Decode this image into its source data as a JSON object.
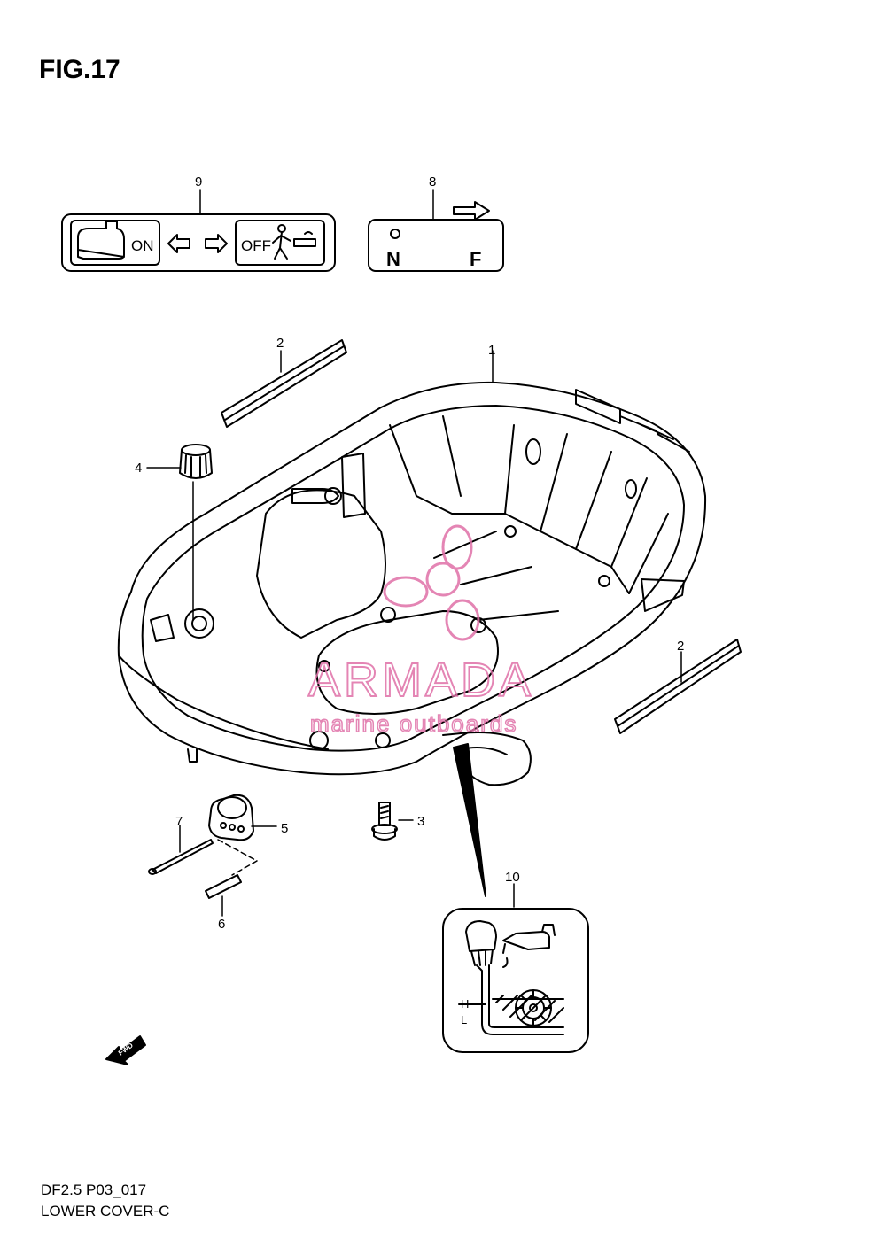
{
  "figure": {
    "title": "FIG.17"
  },
  "callouts": {
    "c1": "1",
    "c2a": "2",
    "c2b": "2",
    "c3": "3",
    "c4": "4",
    "c5": "5",
    "c6": "6",
    "c7": "7",
    "c8": "8",
    "c9": "9",
    "c10": "10"
  },
  "decal9": {
    "on_text": "ON",
    "off_text": "OFF"
  },
  "decal8": {
    "n_text": "N",
    "f_text": "F"
  },
  "oil_level": {
    "high": "H",
    "low": "L"
  },
  "fwd_marker": {
    "text": "FWD"
  },
  "watermark": {
    "brand": "ARMADA",
    "tagline": "marine outboards",
    "color": "#e070a8"
  },
  "footer": {
    "code": "DF2.5 P03_017",
    "name": "LOWER COVER-C"
  }
}
